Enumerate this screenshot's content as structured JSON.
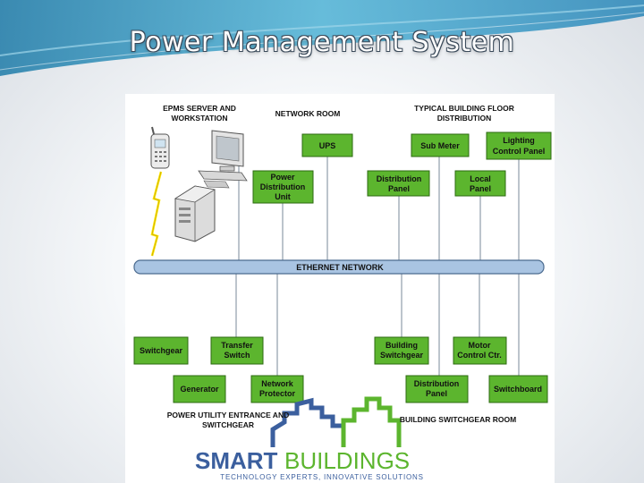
{
  "title": "Power Management System",
  "section_labels": {
    "epms_line1": "EPMS SERVER AND",
    "epms_line2": "WORKSTATION",
    "network_room": "NETWORK ROOM",
    "floor_line1": "TYPICAL BUILDING FLOOR",
    "floor_line2": "DISTRIBUTION",
    "utility_line1": "POWER UTILITY ENTRANCE AND",
    "utility_line2": "SWITCHGEAR",
    "switchgear_room": "BUILDING SWITCHGEAR ROOM"
  },
  "network_bus": "ETHERNET NETWORK",
  "boxes": {
    "ups": [
      "UPS"
    ],
    "sub_meter": [
      "Sub Meter"
    ],
    "lighting": [
      "Lighting",
      "Control Panel"
    ],
    "pdu": [
      "Power",
      "Distribution",
      "Unit"
    ],
    "dist_panel_top": [
      "Distribution",
      "Panel"
    ],
    "local_panel": [
      "Local",
      "Panel"
    ],
    "switchgear": [
      "Switchgear"
    ],
    "transfer_switch": [
      "Transfer",
      "Switch"
    ],
    "generator": [
      "Generator"
    ],
    "network_protector": [
      "Network",
      "Protector"
    ],
    "building_switchgear": [
      "Building",
      "Switchgear"
    ],
    "motor_control": [
      "Motor",
      "Control Ctr."
    ],
    "dist_panel_bottom": [
      "Distribution",
      "Panel"
    ],
    "switchboard": [
      "Switchboard"
    ]
  },
  "logo": {
    "word1": "SMART",
    "word2": "BUILDINGS",
    "tagline": "TECHNOLOGY EXPERTS, INNOVATIVE SOLUTIONS"
  },
  "colors": {
    "box_green": "#5cb52e",
    "bus_blue": "#a9c4e2",
    "logo_blue": "#3b5f9e",
    "logo_green": "#5cb52e"
  },
  "icons": [
    "phone-icon",
    "workstation-icon",
    "server-icon",
    "lightning-icon"
  ]
}
